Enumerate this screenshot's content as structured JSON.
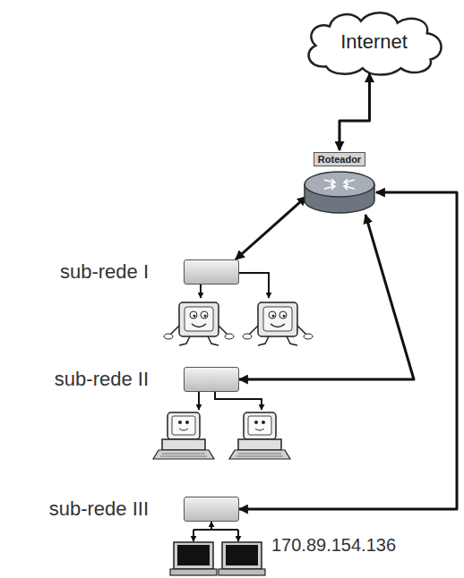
{
  "diagram": {
    "nodes": [
      {
        "text": [
          "Internet"
        ]
      },
      {
        "text": [
          "Roteador"
        ]
      },
      {
        "text": [
          "sub-rede I"
        ]
      },
      {
        "text": [
          "sub-rede II"
        ]
      },
      {
        "text": [
          "sub-rede III"
        ]
      }
    ],
    "edges": [
      {
        "from": 0,
        "to": 1,
        "arrow": "both"
      },
      {
        "from": 1,
        "to": 2,
        "arrow": "both"
      },
      {
        "from": 1,
        "to": 3,
        "arrow": "both"
      },
      {
        "from": 1,
        "to": 4,
        "arrow": "both"
      }
    ],
    "labels": [
      "170.89.154.136"
    ]
  }
}
